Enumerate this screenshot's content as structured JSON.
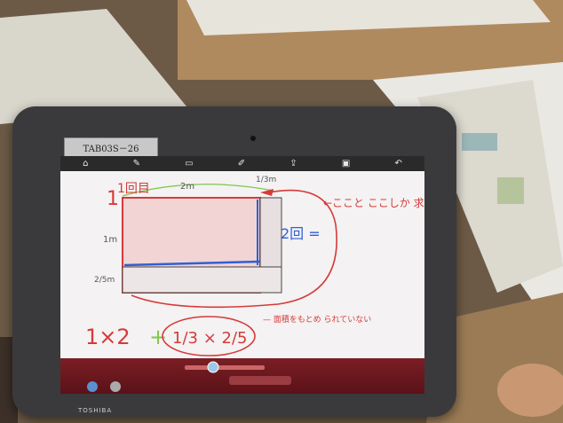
{
  "tablet": {
    "asset_tag": "TAB03S－26",
    "brand": "TOSHIBA"
  },
  "toolbar": {
    "icons": [
      "home-icon",
      "pen-icon",
      "eraser-icon",
      "marker-icon",
      "upload-icon",
      "save-icon",
      "undo-icon"
    ]
  },
  "handwriting": {
    "problem_number": "1",
    "round_label": "1回目",
    "width_label": "2m",
    "height_label": "1m",
    "small_height_label": "2/5m",
    "small_width_label": "1/3m",
    "second_round": "2回 =",
    "note_top": "←ここと ここしか 求めて いない",
    "expression_left": "1×2",
    "plus": "+",
    "expression_right": "1/3 × 2/5",
    "note_bottom": "— 面積をもとめ られていない"
  },
  "colors": {
    "red_ink": "#d63a3a",
    "blue_ink": "#2f5fd8",
    "green_ink": "#7fc64a",
    "pink_fill": "#f2d4d4"
  }
}
